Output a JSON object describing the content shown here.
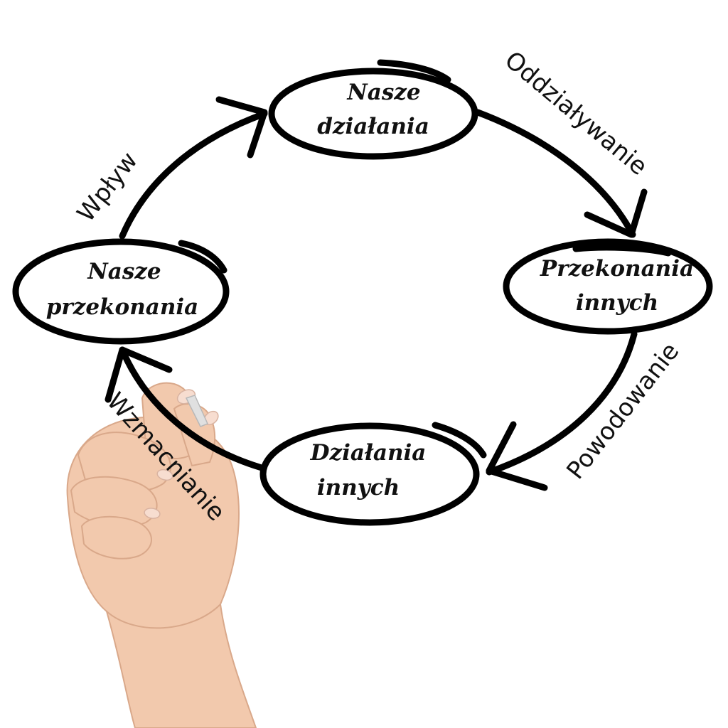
{
  "colors": {
    "ink": "#000000",
    "background": "#ffffff",
    "skin": "#f2c9ad"
  },
  "nodes": {
    "nasze_dzialania": {
      "line1": "Nasze",
      "line2": "działania"
    },
    "przekonania_innych": {
      "line1": "Przekonania",
      "line2": "innych"
    },
    "dzialania_innych": {
      "line1": "Działania",
      "line2": "innych"
    },
    "nasze_przekonania": {
      "line1": "Nasze",
      "line2": "przekonania"
    }
  },
  "edges": {
    "wplyw": "Wpływ",
    "oddzialywanie": "Oddziaływanie",
    "powodowanie": "Powodowanie",
    "wzmacnianie": "Wzmacnianie"
  },
  "illustration": {
    "icon": "hand-holding-marker-icon"
  }
}
